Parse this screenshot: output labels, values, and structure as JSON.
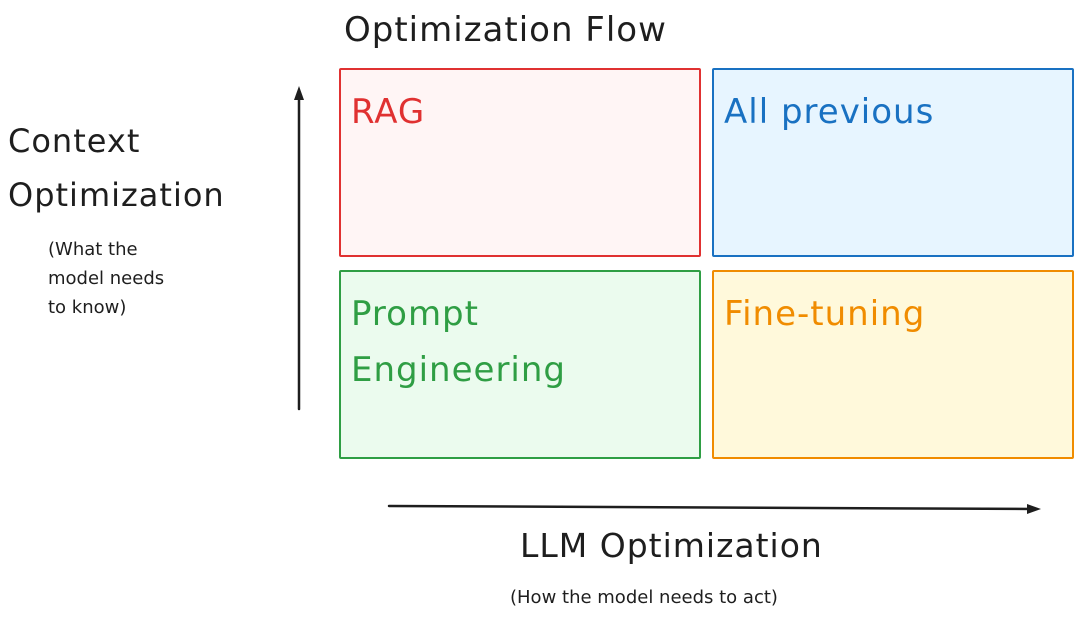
{
  "title": "Optimization Flow",
  "y_axis": {
    "title_line1": "Context",
    "title_line2": "Optimization",
    "sub_line1": "(What the",
    "sub_line2": "model needs",
    "sub_line3": "to know)"
  },
  "x_axis": {
    "title": "LLM Optimization",
    "subtitle": "(How the model needs to act)"
  },
  "quadrants": {
    "top_left": {
      "label": "RAG",
      "color": "#e03131"
    },
    "top_right": {
      "label": "All previous",
      "color": "#1971c2"
    },
    "bottom_left": {
      "label_line1": "Prompt",
      "label_line2": "Engineering",
      "color": "#2f9e44"
    },
    "bottom_right": {
      "label": "Fine-tuning",
      "color": "#f08c00"
    }
  }
}
